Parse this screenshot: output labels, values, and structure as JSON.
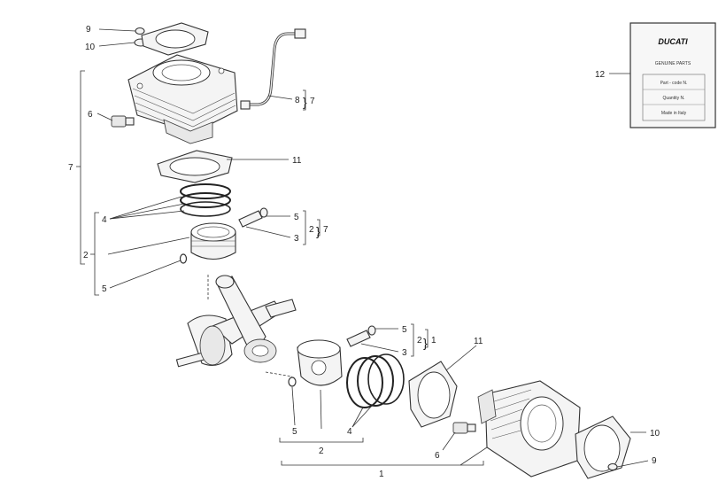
{
  "diagram": {
    "labels": {
      "l9_top": "9",
      "l10_top": "10",
      "l6_top": "6",
      "l8": "8",
      "l7_8": "7",
      "l7_left": "7",
      "l11_top": "11",
      "l4_top": "4",
      "l5_top": "5",
      "l2_top": "2",
      "l7_top_pin": "7",
      "l3_top": "3",
      "l2_left": "2",
      "l5_left": "5",
      "l12": "12",
      "l5_mid": "5",
      "l2_mid": "2",
      "l1_mid": "1",
      "l3_mid": "3",
      "l11_mid": "11",
      "l5_bot": "5",
      "l2_bot": "2",
      "l4_bot": "4",
      "l6_bot": "6",
      "l1_bot": "1",
      "l10_bot": "10",
      "l9_bot": "9"
    },
    "card": {
      "brand": "DUCATI",
      "title": "GENUINE PARTS",
      "row1": "Part - code N.",
      "row2": "Quantity N.",
      "row3": "Made in Italy"
    }
  }
}
